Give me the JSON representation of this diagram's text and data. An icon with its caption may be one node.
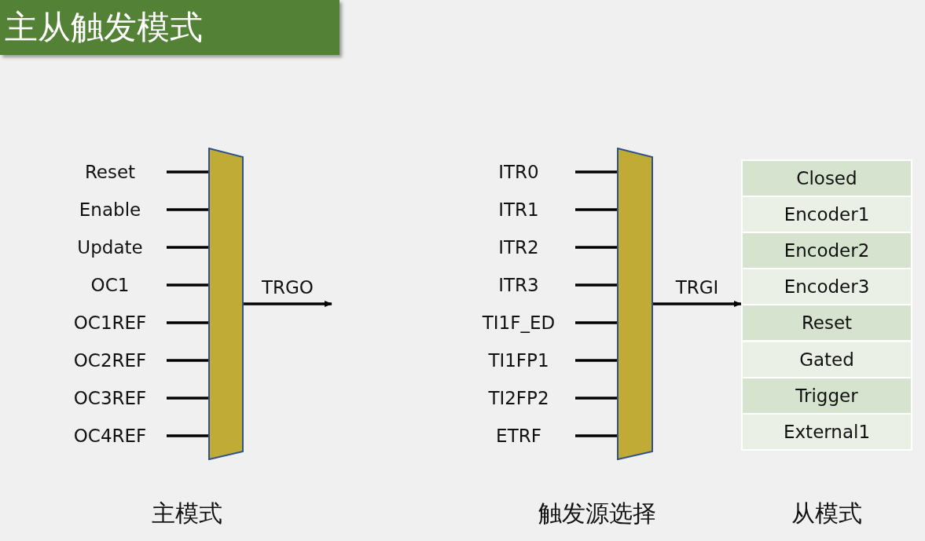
{
  "diagram": {
    "title": "主从触发模式",
    "nodes": [
      {
        "text": [
          "Reset"
        ]
      },
      {
        "text": [
          "Enable"
        ]
      },
      {
        "text": [
          "Update"
        ]
      },
      {
        "text": [
          "OC1"
        ]
      },
      {
        "text": [
          "OC1REF"
        ]
      },
      {
        "text": [
          "OC2REF"
        ]
      },
      {
        "text": [
          "OC3REF"
        ]
      },
      {
        "text": [
          "OC4REF"
        ]
      },
      {
        "text": [],
        "shape": "trapezoid",
        "beside": [
          "主模式"
        ]
      },
      {
        "text": [
          "ITR0"
        ]
      },
      {
        "text": [
          "ITR1"
        ]
      },
      {
        "text": [
          "ITR2"
        ]
      },
      {
        "text": [
          "ITR3"
        ]
      },
      {
        "text": [
          "TI1F_ED"
        ]
      },
      {
        "text": [
          "TI1FP1"
        ]
      },
      {
        "text": [
          "TI2FP2"
        ]
      },
      {
        "text": [
          "ETRF"
        ]
      },
      {
        "text": [],
        "shape": "trapezoid",
        "beside": [
          "触发源选择"
        ]
      },
      {
        "text": [],
        "shape": "box",
        "beside": [
          "从模式"
        ]
      },
      {
        "text": [
          "Closed"
        ],
        "in": 18
      },
      {
        "text": [
          "Encoder1"
        ],
        "in": 18
      },
      {
        "text": [
          "Encoder2"
        ],
        "in": 18
      },
      {
        "text": [
          "Encoder3"
        ],
        "in": 18
      },
      {
        "text": [
          "Reset"
        ],
        "in": 18
      },
      {
        "text": [
          "Gated"
        ],
        "in": 18
      },
      {
        "text": [
          "Trigger"
        ],
        "in": 18
      },
      {
        "text": [
          "External1"
        ],
        "in": 18
      }
    ],
    "edges": [
      {
        "from": 0,
        "to": 8,
        "arrow": "none"
      },
      {
        "from": 1,
        "to": 8,
        "arrow": "none"
      },
      {
        "from": 2,
        "to": 8,
        "arrow": "none"
      },
      {
        "from": 3,
        "to": 8,
        "arrow": "none"
      },
      {
        "from": 4,
        "to": 8,
        "arrow": "none"
      },
      {
        "from": 5,
        "to": 8,
        "arrow": "none"
      },
      {
        "from": 6,
        "to": 8,
        "arrow": "none"
      },
      {
        "from": 7,
        "to": 8,
        "arrow": "none"
      },
      {
        "from": 8,
        "to": null,
        "arrow": "to",
        "label": "TRGO"
      },
      {
        "from": 9,
        "to": 17,
        "arrow": "none"
      },
      {
        "from": 10,
        "to": 17,
        "arrow": "none"
      },
      {
        "from": 11,
        "to": 17,
        "arrow": "none"
      },
      {
        "from": 12,
        "to": 17,
        "arrow": "none"
      },
      {
        "from": 13,
        "to": 17,
        "arrow": "none"
      },
      {
        "from": 14,
        "to": 17,
        "arrow": "none"
      },
      {
        "from": 15,
        "to": 17,
        "arrow": "none"
      },
      {
        "from": 16,
        "to": 17,
        "arrow": "none"
      },
      {
        "from": 17,
        "to": 18,
        "arrow": "to",
        "label": "TRGI"
      }
    ]
  }
}
